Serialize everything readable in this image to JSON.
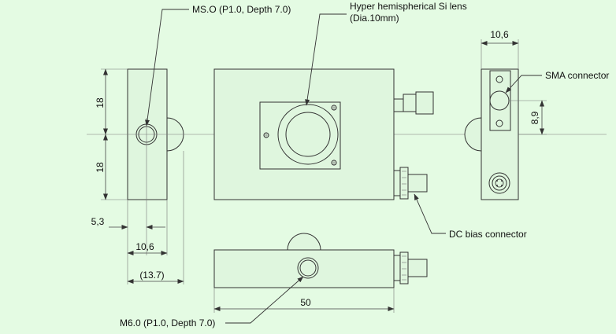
{
  "labels": {
    "ms_o": "MS.O (P1.0, Depth 7.0)",
    "lens_line1": "Hyper hemispherical Si lens",
    "lens_line2": "(Dia.10mm)",
    "sma": "SMA connector",
    "dc_bias": "DC bias connector",
    "m6": "M6.0 (P1.0, Depth 7.0)"
  },
  "dimensions": {
    "dim_18_top": "18",
    "dim_18_bottom": "18",
    "dim_5_3": "5,3",
    "dim_10_6_left": "10,6",
    "dim_13_7": "(13.7)",
    "dim_10_6_right": "10,6",
    "dim_8_9": "8,9",
    "dim_50": "50"
  },
  "colors": {
    "background": "#e4fbe3",
    "line": "#333333"
  }
}
